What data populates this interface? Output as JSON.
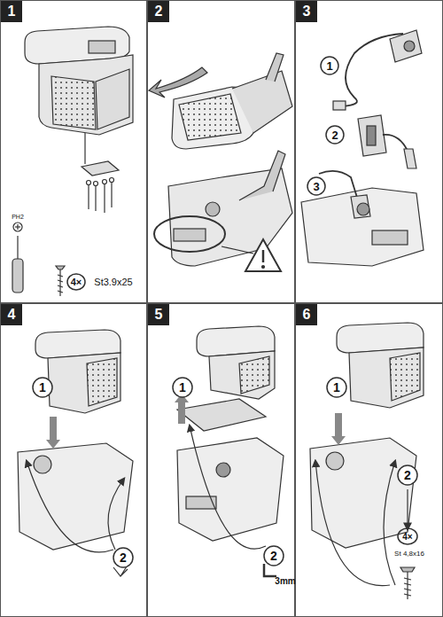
{
  "diagram": {
    "nodes": [
      {
        "text": [
          "1"
        ]
      },
      {
        "text": [
          "2"
        ]
      },
      {
        "text": [
          "3"
        ]
      },
      {
        "text": [
          "4"
        ]
      },
      {
        "text": [
          "5"
        ]
      },
      {
        "text": [
          "6"
        ]
      }
    ],
    "labels": [
      "PH2",
      "4×",
      "St3.9x25",
      "1",
      "2",
      "3",
      "1",
      "2",
      "1",
      "2",
      "3mm",
      "1",
      "2",
      "4×",
      "St 4,8x16"
    ]
  }
}
